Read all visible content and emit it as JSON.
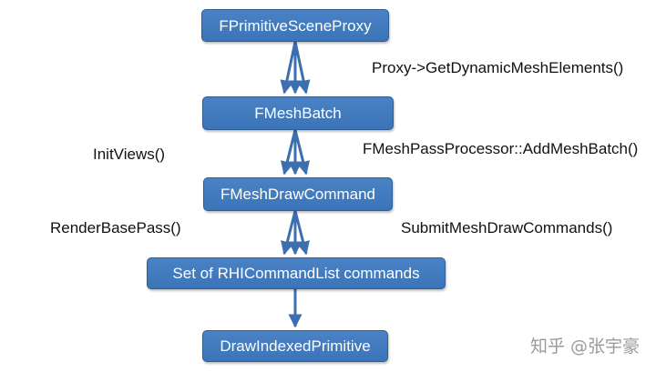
{
  "nodes": {
    "primitive_scene_proxy": "FPrimitiveSceneProxy",
    "mesh_batch": "FMeshBatch",
    "mesh_draw_command": "FMeshDrawCommand",
    "rhi_commands": "Set of RHICommandList commands",
    "draw_indexed_primitive": "DrawIndexedPrimitive"
  },
  "edge_labels": {
    "get_dynamic_mesh_elements": "Proxy->GetDynamicMeshElements()",
    "init_views": "InitViews()",
    "add_mesh_batch": "FMeshPassProcessor::AddMeshBatch()",
    "render_base_pass": "RenderBasePass()",
    "submit_mesh_draw_commands": "SubmitMeshDrawCommands()"
  },
  "watermark": "知乎 @张宇豪",
  "colors": {
    "node_fill": "#4a82c4",
    "node_border": "#2e5c95",
    "arrow": "#3b6fb0"
  }
}
